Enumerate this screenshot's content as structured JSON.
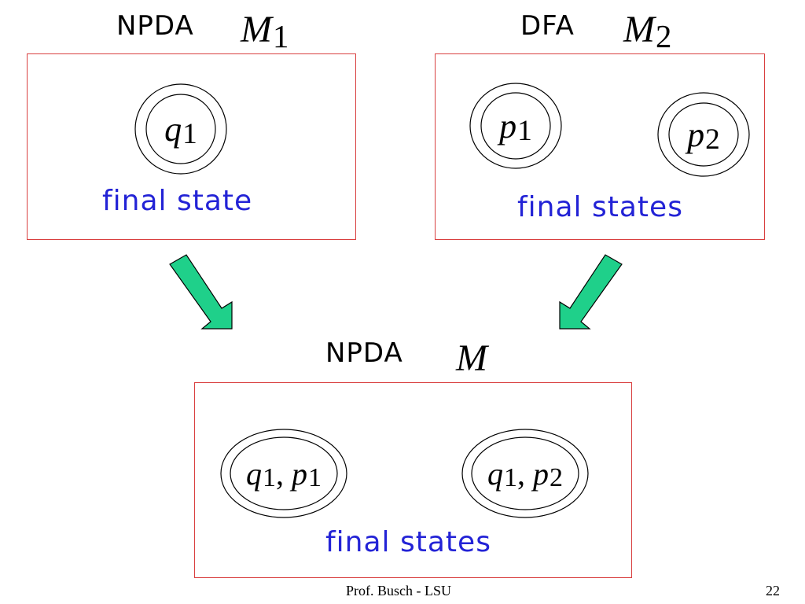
{
  "top_left": {
    "type_label": "NPDA",
    "machine_name": "M",
    "machine_sub": "1",
    "state": {
      "name": "q",
      "sub": "1"
    },
    "caption": "final state"
  },
  "top_right": {
    "type_label": "DFA",
    "machine_name": "M",
    "machine_sub": "2",
    "states": [
      {
        "name": "p",
        "sub": "1"
      },
      {
        "name": "p",
        "sub": "2"
      }
    ],
    "caption": "final states"
  },
  "bottom": {
    "type_label": "NPDA",
    "machine_name": "M",
    "states": [
      {
        "q": "q",
        "q_sub": "1",
        "sep": ",",
        "p": "p",
        "p_sub": "1"
      },
      {
        "q": "q",
        "q_sub": "1",
        "sep": ",",
        "p": "p",
        "p_sub": "2"
      }
    ],
    "caption": "final states"
  },
  "colors": {
    "box_border": "#d94040",
    "caption_text": "#2323d6",
    "arrow_fill": "#1fd08a"
  },
  "footer": {
    "author": "Prof. Busch - LSU",
    "page_number": "22"
  }
}
